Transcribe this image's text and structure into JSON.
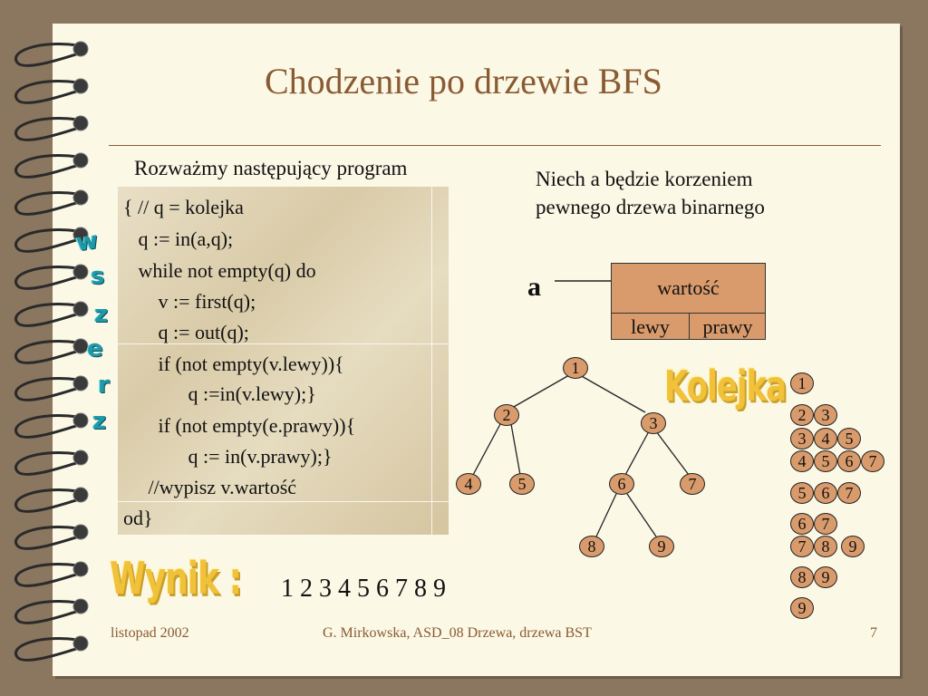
{
  "title": "Chodzenie po drzewie BFS",
  "intro": "Rozważmy następujący program",
  "code": [
    "{ // q = kolejka",
    "   q := in(a,q);",
    "   while not empty(q) do",
    "       v := first(q);",
    "       q := out(q);",
    "       if (not empty(v.lewy)){",
    "             q :=in(v.lewy);}",
    "       if (not empty(e.prawy)){",
    "             q := in(v.prawy);}",
    "     //wypisz v.wartość",
    "od}"
  ],
  "niech": [
    "Niech  a będzie korzeniem",
    "pewnego drzewa binarnego"
  ],
  "root_label": "a",
  "node_struct": {
    "value": "wartość",
    "left": "lewy",
    "right": "prawy"
  },
  "tree_nodes": [
    "1",
    "2",
    "3",
    "4",
    "5",
    "6",
    "7",
    "8",
    "9"
  ],
  "kolejka_label": "Kolejka",
  "queue_rows": [
    [
      "1"
    ],
    [
      "2",
      "3"
    ],
    [
      "3",
      "4",
      "5"
    ],
    [
      "4",
      "5",
      "6",
      "7"
    ],
    [
      "5",
      "6",
      "7"
    ],
    [
      "6",
      "7"
    ],
    [
      "7",
      "8",
      "9"
    ],
    [
      "8",
      "9"
    ],
    [
      "9"
    ]
  ],
  "wynik_label": "Wynik :",
  "result": "1 2 3 4 5 6 7 8 9",
  "wszerz_letters": [
    "w",
    "s",
    "z",
    "e",
    "r",
    "z"
  ],
  "footer": {
    "date": "listopad  2002",
    "center": "G. Mirkowska, ASD_08  Drzewa, drzewa BST",
    "page": "7"
  },
  "colors": {
    "accent": "#8a5b32",
    "node_fill": "#d99b6c",
    "wordart": "#f2c13a",
    "wordart_vertical": "#1f9aa8"
  }
}
